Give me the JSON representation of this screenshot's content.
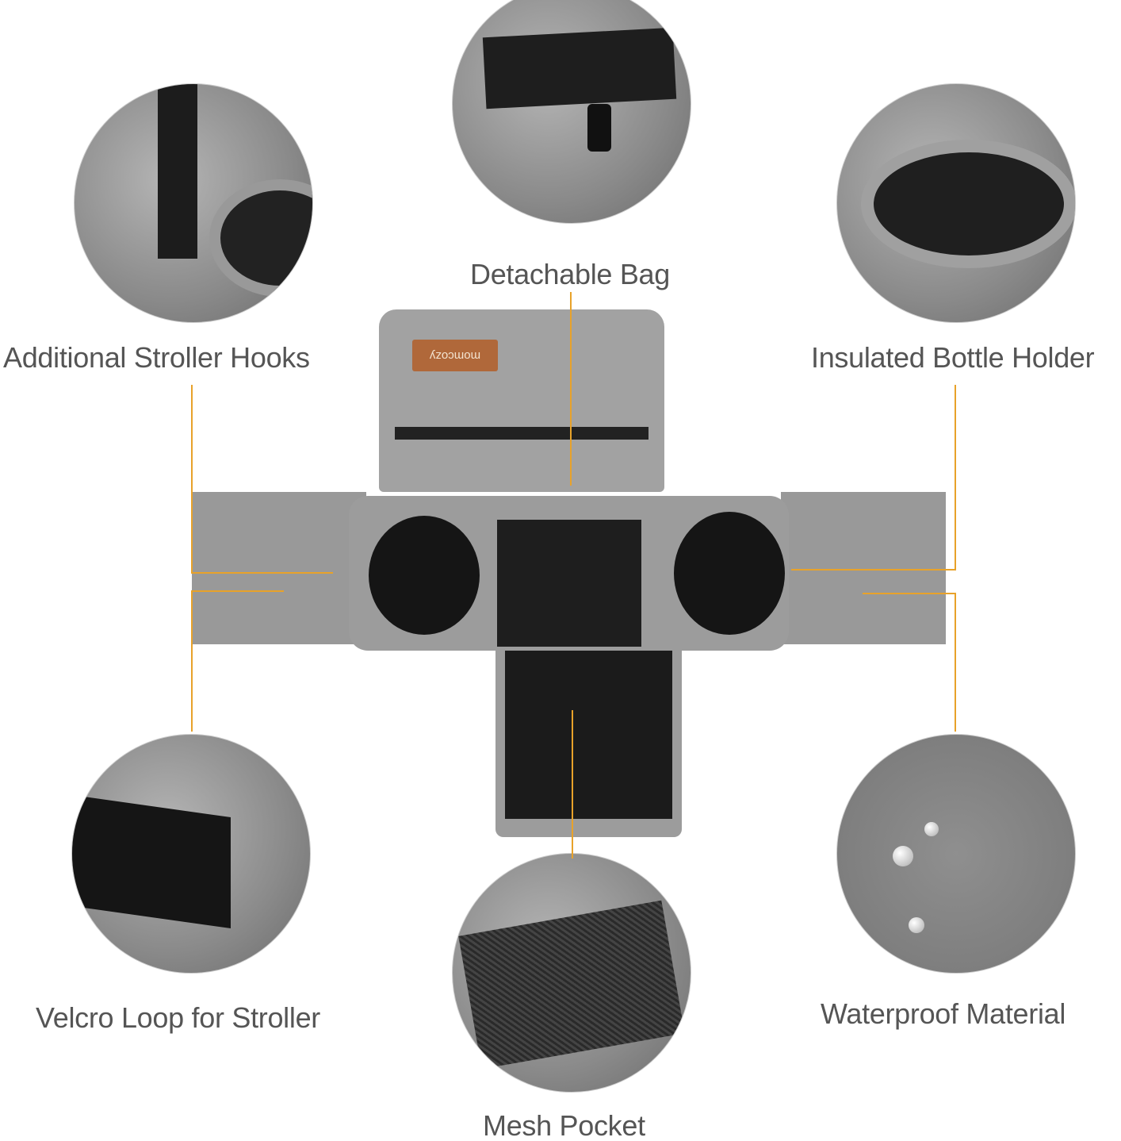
{
  "brand_logo": "momcozy",
  "callouts": {
    "detachable_bag": "Detachable Bag",
    "additional_hooks": "Additional Stroller Hooks",
    "bottle_holder": "Insulated Bottle Holder",
    "velcro_loop": "Velcro Loop for Stroller",
    "waterproof": "Waterproof Material",
    "mesh_pocket": "Mesh Pocket"
  },
  "colors": {
    "accent_line": "#e8a22a",
    "label_text": "#555555",
    "fabric": "#9a9a9a"
  }
}
